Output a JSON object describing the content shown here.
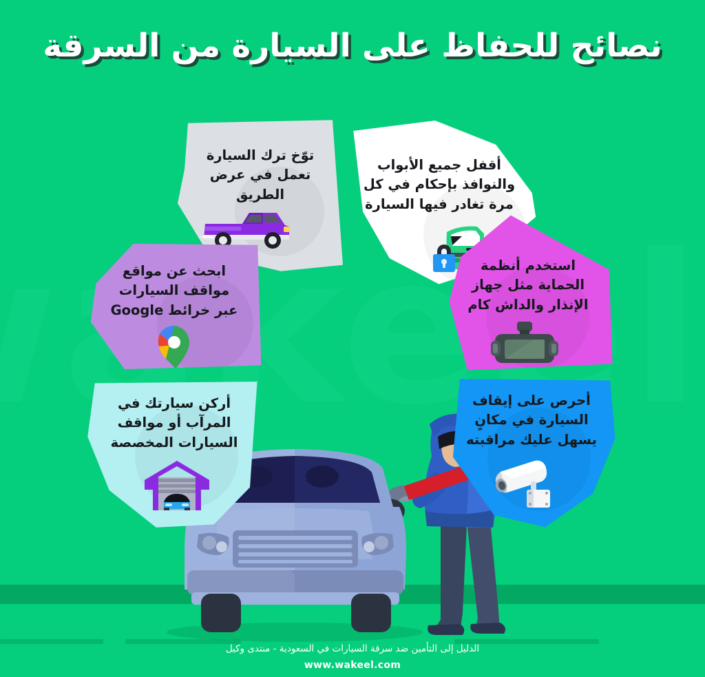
{
  "meta": {
    "headline": "نصائح للحفاظ على السيارة من السرقة",
    "background_color": "#05ce7c",
    "watermark_text": "wakeel",
    "watermark_color": "#0bd183",
    "ground_color": "#03a963"
  },
  "tips": [
    {
      "id": "lock-doors",
      "order": 1,
      "text": "أقفل جميع الأبواب\nوالنوافذ بإحكام في كل\nمرة تغادر فيها السيارة",
      "card_color": "#ffffff",
      "text_color": "#15181c",
      "icon": "car-door-lock-icon"
    },
    {
      "id": "avoid-running-engine",
      "order": 2,
      "text": "توّخ ترك السيارة\nتعمل في عرض\nالطريق",
      "card_color": "#dcdfe4",
      "text_color": "#15181c",
      "icon": "pickup-truck-icon"
    },
    {
      "id": "find-parking-google-maps",
      "order": 3,
      "text": "ابحث عن مواقع\nمواقف السيارات\nعبر خرائط Google",
      "card_color": "#bd8ce0",
      "text_color": "#15181c",
      "icon": "google-maps-pin-icon"
    },
    {
      "id": "use-security-systems",
      "order": 4,
      "text": "استخدم أنظمة\nالحماية مثل جهاز\nالإنذار والداش كام",
      "card_color": "#e254e8",
      "text_color": "#15181c",
      "icon": "dash-cam-icon"
    },
    {
      "id": "park-in-garage",
      "order": 5,
      "text": "أركن سيارتك في\nالمرآب أو مواقف\nالسيارات المخصصة",
      "card_color": "#b4eff2",
      "text_color": "#15181c",
      "icon": "garage-car-icon"
    },
    {
      "id": "park-in-visible-place",
      "order": 6,
      "text": "أحرص على إيقاف\nالسيارة في مكانٍ\nيسهل عليك مراقبته",
      "card_color": "#1396f5",
      "text_color": "#15181c",
      "icon": "cctv-camera-icon"
    }
  ],
  "illustration": {
    "car": {
      "name": "sedan-front-view",
      "body_color": "#8da5d6",
      "window_color": "#1d1f52",
      "wheel_color": "#2b3340"
    },
    "thief": {
      "name": "thief-with-crowbar",
      "hoodie_color": "#2f5fc4",
      "pants_color": "#39445f",
      "crowbar_color": "#d61f2b",
      "skin_color": "#e7bb93"
    }
  },
  "footer": {
    "caption": "الدليل إلى التأمين ضد سرقة السيارات في السعودية - منتدى وكيل",
    "url": "www.wakeel.com",
    "text_color": "#ffffff"
  }
}
